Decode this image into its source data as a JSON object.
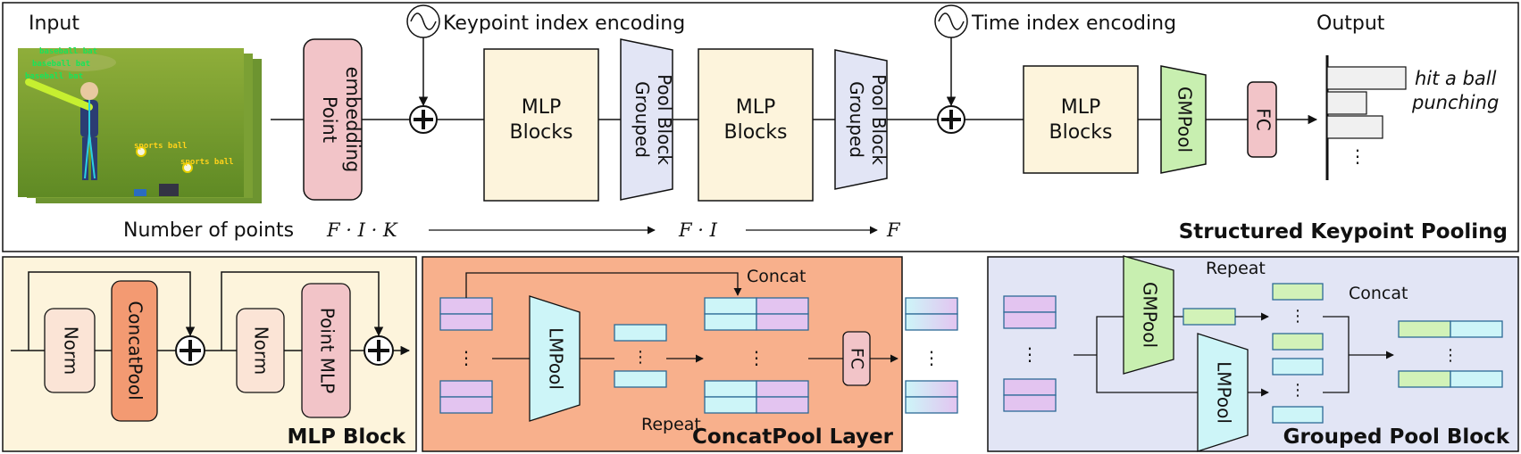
{
  "top": {
    "input_label": "Input",
    "output_label": "Output",
    "keypoint_encoding": "Keypoint index encoding",
    "time_encoding": "Time index encoding",
    "point_embedding": [
      "Point",
      "embedding"
    ],
    "mlp_blocks": [
      "MLP",
      "Blocks"
    ],
    "grouped_pool_block": [
      "Grouped",
      "Pool Block"
    ],
    "gmpool": "GMPool",
    "fc": "FC",
    "output_classes": [
      "hit a ball",
      "punching"
    ],
    "output_more": "⋮",
    "number_of_points": "Number of points",
    "dims": [
      "F · I · K",
      "F · I",
      "F"
    ],
    "title": "Structured Keypoint Pooling",
    "detections": [
      "baseball bat",
      "baseball bat",
      "baseball bat",
      "sports ball",
      "sports ball"
    ]
  },
  "mlp_block": {
    "norm": "Norm",
    "concatpool": "ConcatPool",
    "point_mlp": "Point MLP",
    "title": "MLP Block"
  },
  "concatpool_layer": {
    "lmpool": "LMPool",
    "concat": "Concat",
    "repeat": "Repeat",
    "fc": "FC",
    "ellipsis": "⋮",
    "title": "ConcatPool Layer"
  },
  "grouped_pool_block": {
    "gmpool": "GMPool",
    "lmpool": "LMPool",
    "repeat": "Repeat",
    "concat": "Concat",
    "ellipsis": "⋮",
    "title": "Grouped Pool Block"
  },
  "colors": {
    "pink": "#f2c4c8",
    "cream": "#fdf4dc",
    "lavender": "#e2e5f5",
    "green": "#c8efb0",
    "orange_panel": "#f8b08c",
    "concatpool_orange": "#f39a72",
    "cyan": "#cdf5f8",
    "purple": "#e3c4f0",
    "light_green_cell": "#d2f2b8"
  }
}
